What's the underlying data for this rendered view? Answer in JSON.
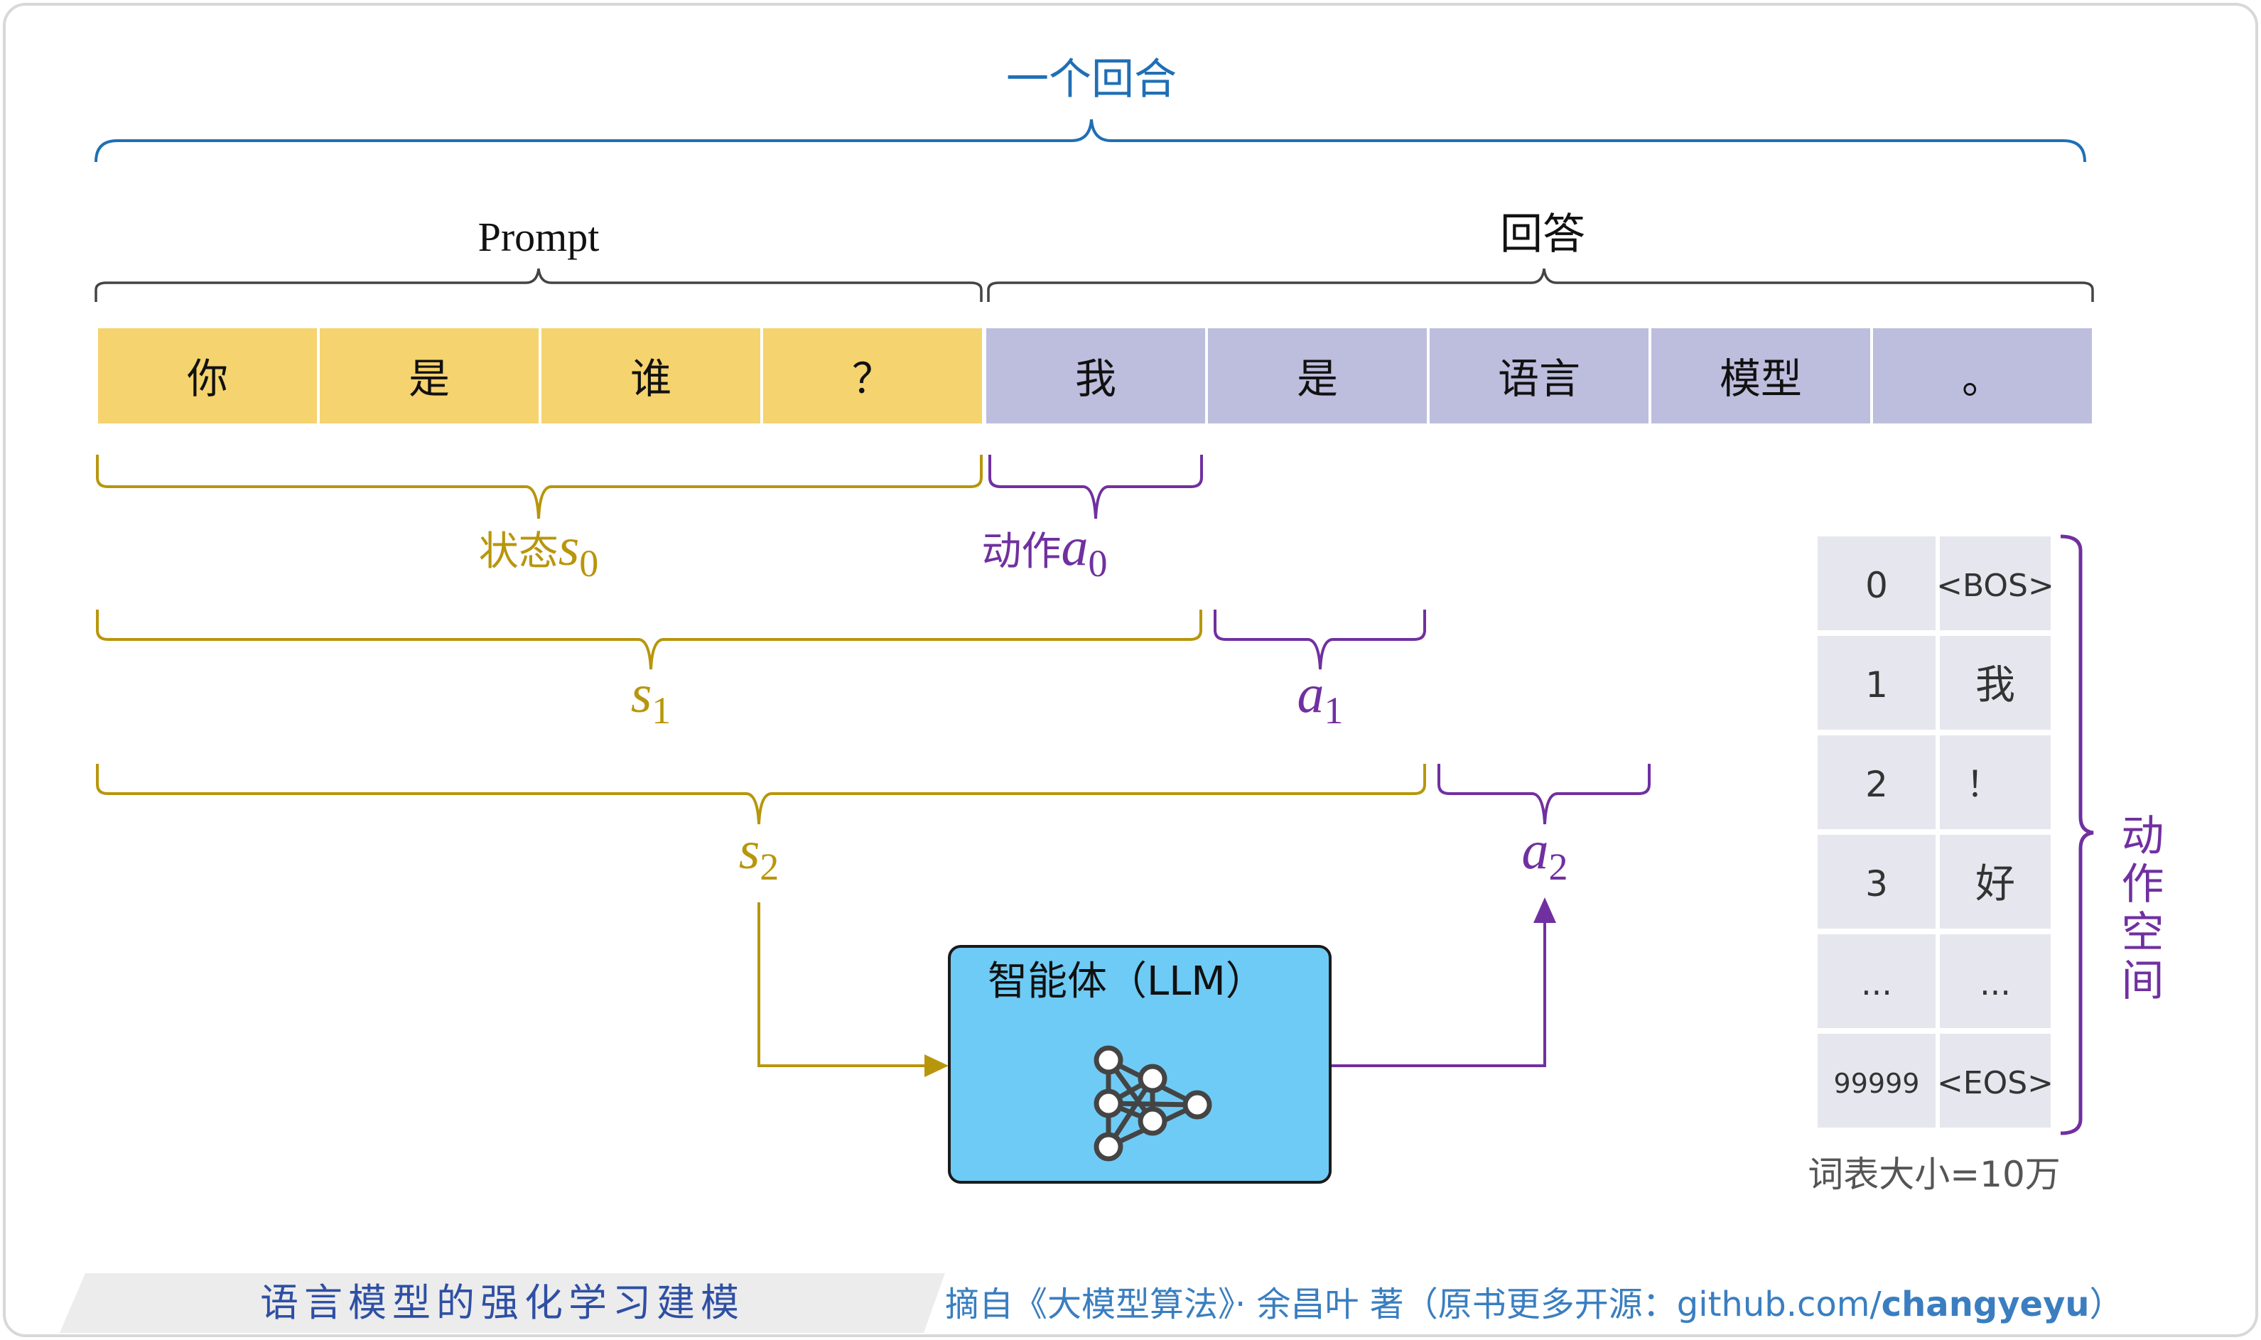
{
  "episode_label": "一个回合",
  "prompt_label": "Prompt",
  "answer_label": "回答",
  "prompt_tokens": [
    "你",
    "是",
    "谁",
    "？"
  ],
  "answer_tokens": [
    "我",
    "是",
    "语言",
    "模型",
    "。"
  ],
  "states": [
    {
      "prefix": "状态",
      "symbol": "s",
      "sub": "0"
    },
    {
      "prefix": "",
      "symbol": "s",
      "sub": "1"
    },
    {
      "prefix": "",
      "symbol": "s",
      "sub": "2"
    }
  ],
  "actions": [
    {
      "prefix": "动作",
      "symbol": "a",
      "sub": "0"
    },
    {
      "prefix": "",
      "symbol": "a",
      "sub": "1"
    },
    {
      "prefix": "",
      "symbol": "a",
      "sub": "2"
    }
  ],
  "agent_label": "智能体（LLM）",
  "vocab": {
    "rows": [
      {
        "id": "0",
        "token": "<BOS>"
      },
      {
        "id": "1",
        "token": "我"
      },
      {
        "id": "2",
        "token": "！"
      },
      {
        "id": "3",
        "token": "好"
      },
      {
        "id": "...",
        "token": "..."
      },
      {
        "id": "99999",
        "token": "<EOS>"
      }
    ],
    "size_label": "词表大小=10万",
    "action_space_label": "动作空间"
  },
  "footer": {
    "title": "语言模型的强化学习建模",
    "credit_prefix": "摘自《大模型算法》· 余昌叶 著（原书更多开源：github.com/",
    "credit_bold": "changyeyu",
    "credit_suffix": "）"
  },
  "colors": {
    "prompt_fill": "#f5d36e",
    "answer_fill": "#bdbddd",
    "state": "#b8960c",
    "action": "#7030a0",
    "episode": "#1f6fb5",
    "agent_fill": "#6ecbf5",
    "vocab_fill": "#e6e6ee",
    "footer_title": "#2e4fa3",
    "footer_credit": "#3a7ec0"
  }
}
